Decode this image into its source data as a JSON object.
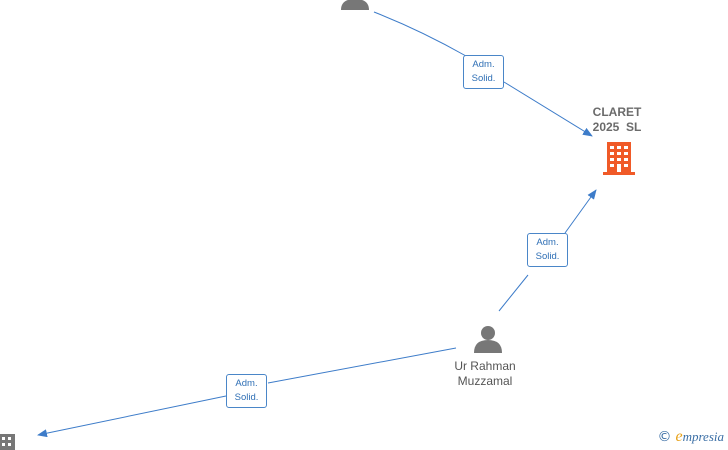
{
  "nodes": {
    "company_main": {
      "name_line1": "CLARET",
      "name_line2": "2025  SL",
      "icon": "building-icon",
      "color": "#f05a28"
    },
    "person_main": {
      "name_line1": "Ur Rahman",
      "name_line2": "Muzzamal",
      "icon": "person-icon",
      "color": "#777777"
    },
    "person_top": {
      "icon": "person-icon",
      "color": "#777777"
    },
    "company_bottom_left": {
      "icon": "building-icon",
      "color": "#777777"
    }
  },
  "edges": [
    {
      "line1": "Adm.",
      "line2": "Solid."
    },
    {
      "line1": "Adm.",
      "line2": "Solid."
    },
    {
      "line1": "Adm.",
      "line2": "Solid."
    }
  ],
  "watermark": {
    "copyright": "©",
    "brand_first": "e",
    "brand_rest": "mpresia"
  },
  "colors": {
    "edge": "#3d7cc9",
    "label_border": "#4a86c8",
    "label_text": "#2f6fb5"
  }
}
